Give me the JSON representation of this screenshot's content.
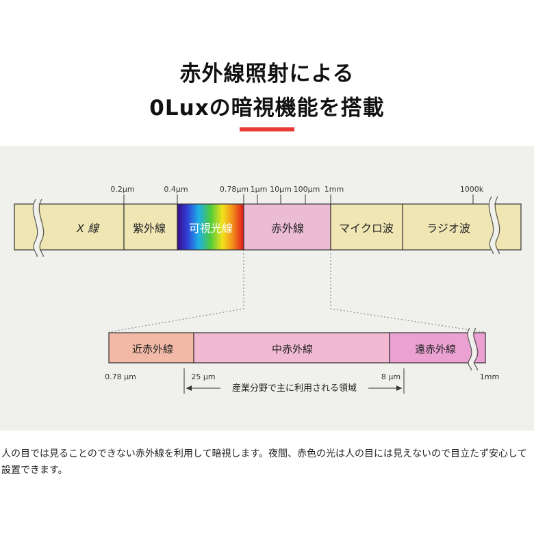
{
  "header": {
    "title_line1": "赤外線照射による",
    "title_line2": "0Luxの暗視機能を搭載",
    "accent_color": "#e83a36"
  },
  "spectrum": {
    "ticks": [
      "0.2μm",
      "0.4μm",
      "0.78μm",
      "1μm",
      "10μm",
      "100μm",
      "1mm",
      "1000k"
    ],
    "segments": [
      {
        "label": "X 線",
        "color": "#f0e6b4"
      },
      {
        "label": "紫外線",
        "color": "#f0e6b4"
      },
      {
        "label": "可視光線",
        "color": "rainbow"
      },
      {
        "label": "赤外線",
        "color": "#ebbcd4"
      },
      {
        "label": "マイクロ波",
        "color": "#f0e6b4"
      },
      {
        "label": "ラジオ波",
        "color": "#f0e6b4"
      }
    ]
  },
  "infrared": {
    "segments": [
      {
        "label": "近赤外線",
        "color": "#f1b9a6"
      },
      {
        "label": "中赤外線",
        "color": "#f2bad2"
      },
      {
        "label": "遠赤外線",
        "color": "#eba2d3"
      }
    ],
    "ticks": [
      "0.78 μm",
      "25 μm",
      "8 μm",
      "1mm"
    ],
    "range_label": "産業分野で主に利用される領域"
  },
  "description": "人の目では見ることのできない赤外線を利用して暗視します。夜間、赤色の光は人の目には見えないので目立たず安心して設置できます。"
}
